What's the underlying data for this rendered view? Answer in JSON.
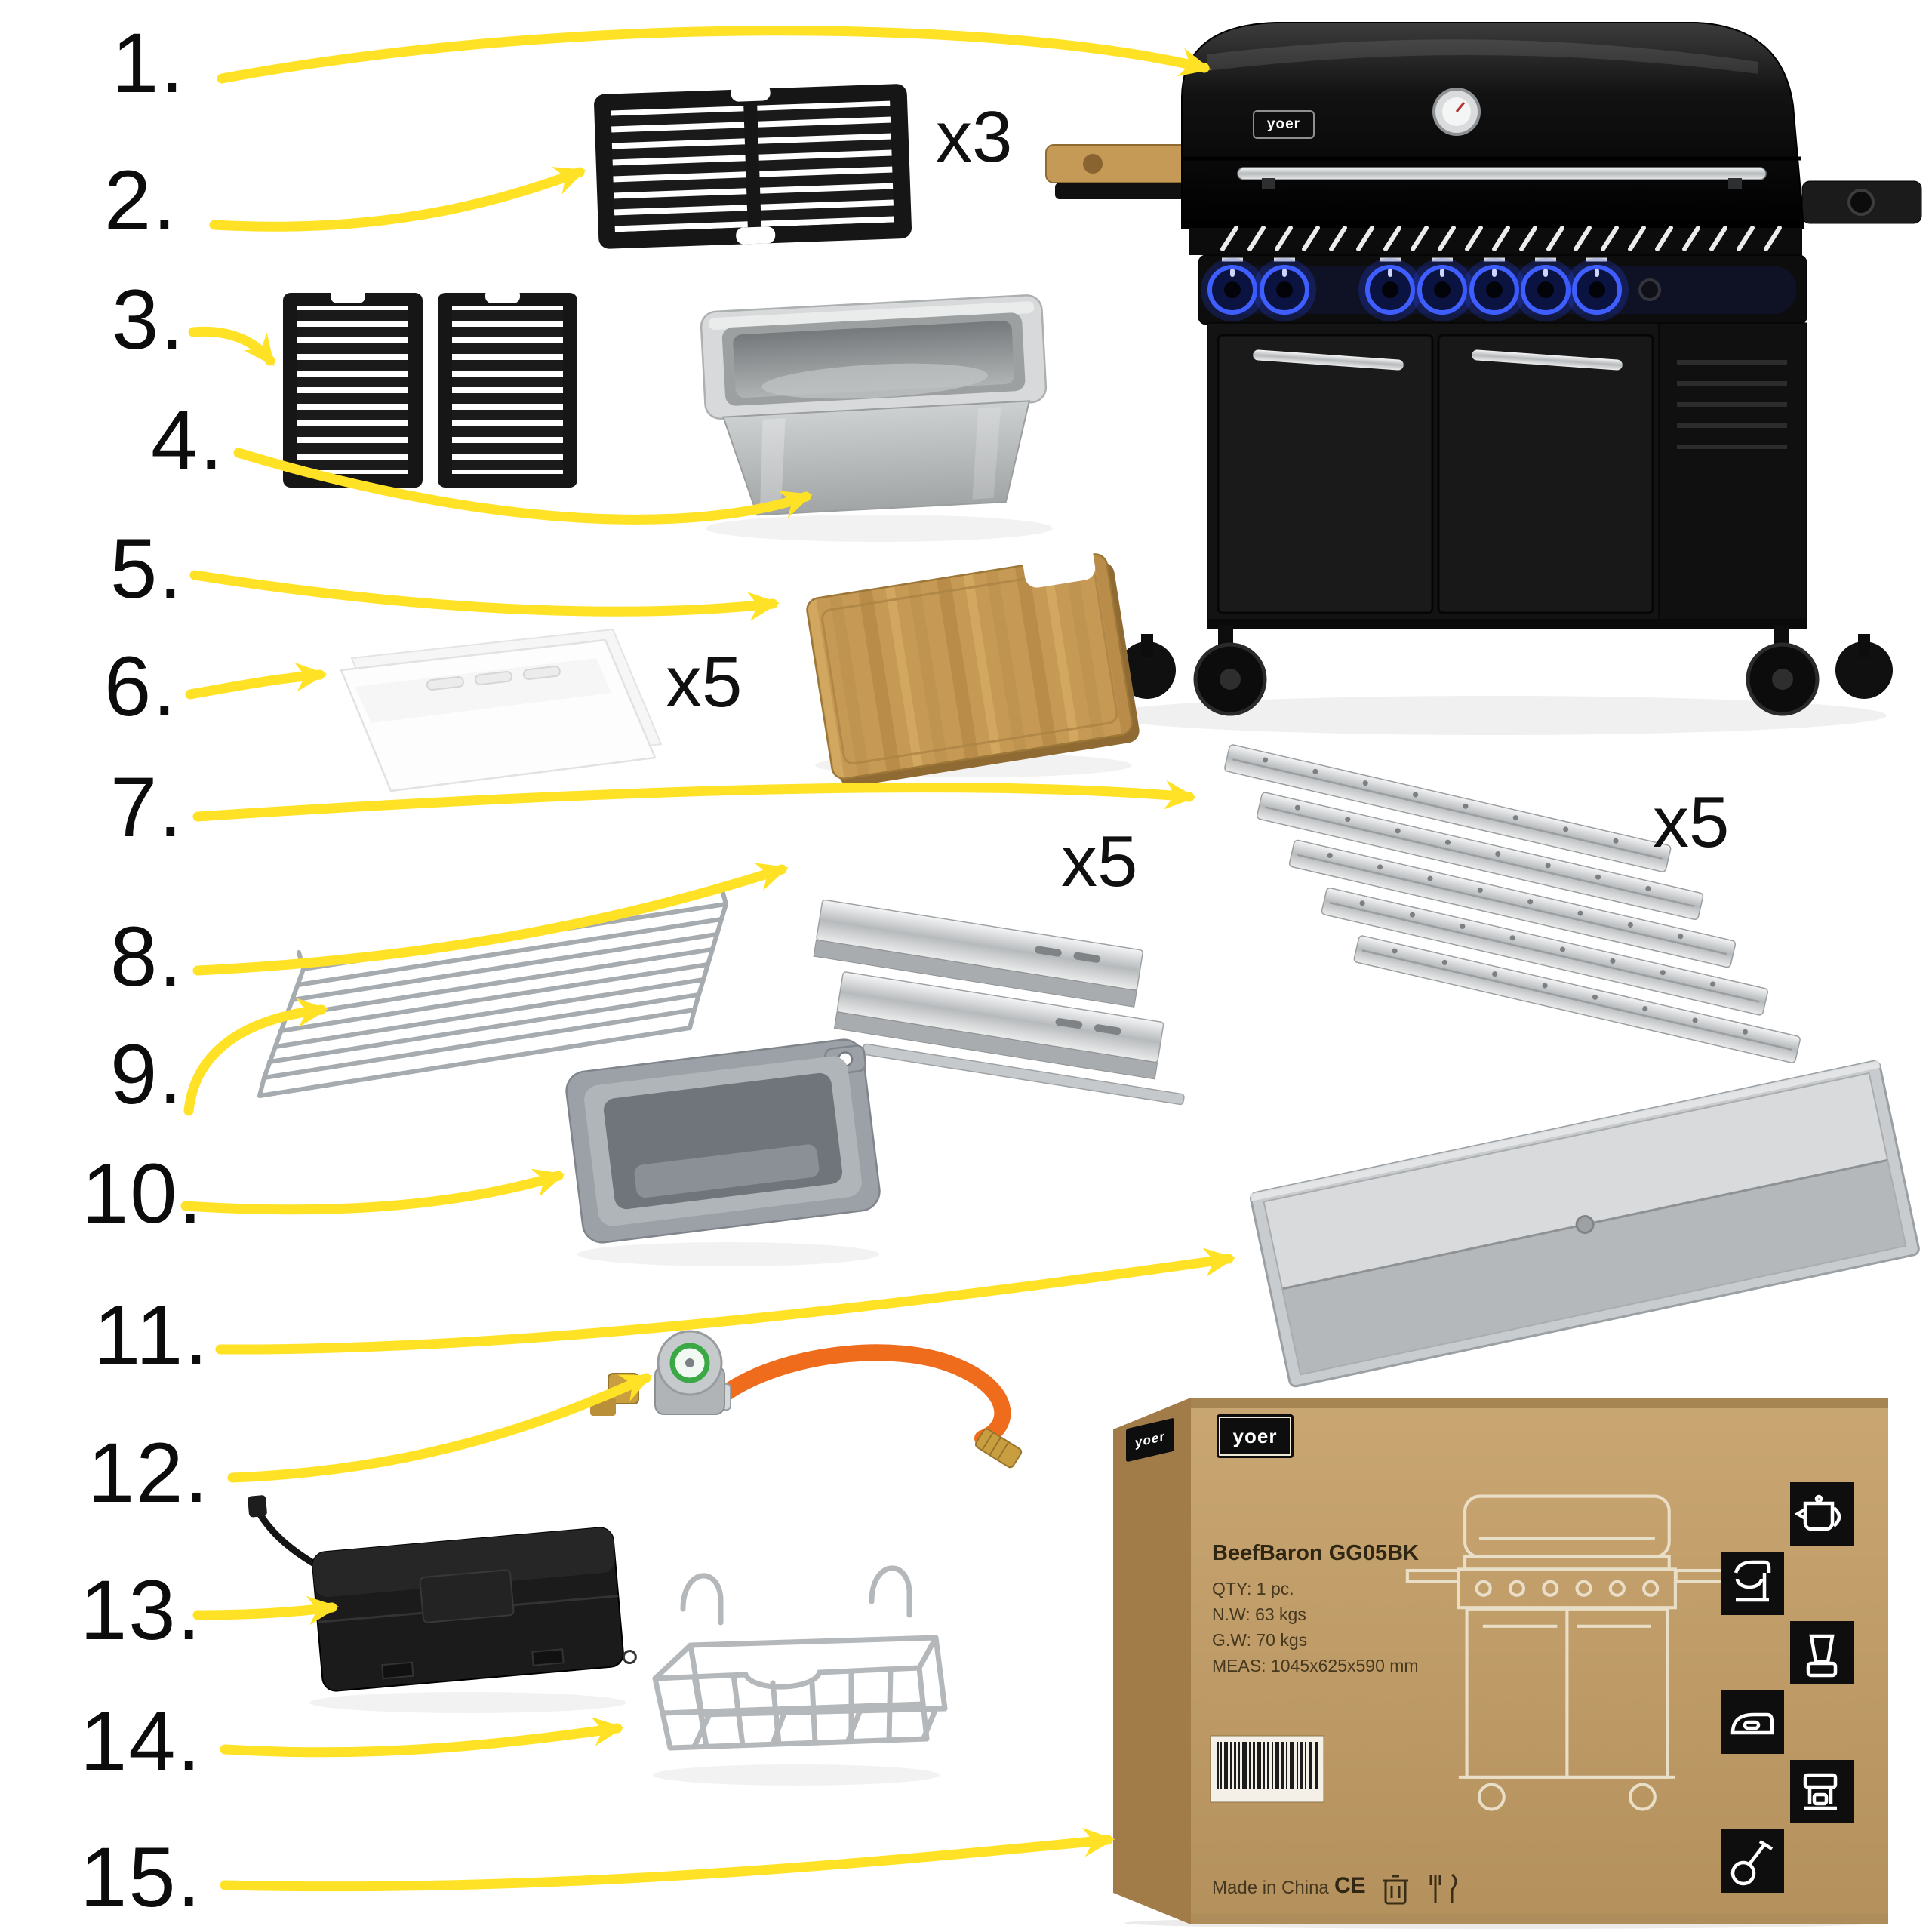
{
  "numbers": [
    "1.",
    "2.",
    "3.",
    "4.",
    "5.",
    "6.",
    "7.",
    "8.",
    "9.",
    "10.",
    "11.",
    "12.",
    "13.",
    "14.",
    "15."
  ],
  "quantities": {
    "cast_iron_grate_small": "x3",
    "grill_mats": "x5",
    "heat_plates": "x5",
    "flame_tamers": "x5"
  },
  "brand": {
    "grill_badge": "yoer",
    "box_side_logo": "yoer",
    "box_front_logo": "yoer"
  },
  "box": {
    "model": "BeefBaron GG05BK",
    "quantity_line": "QTY: 1 pc.",
    "net_weight_line": "N.W: 63 kgs",
    "gross_weight_line": "G.W: 70 kgs",
    "measurements_line": "MEAS: 1045x625x590 mm",
    "made_in": "Made in China",
    "ce_mark": "CE"
  },
  "colors": {
    "arrow_yellow": "#FFE226",
    "led_blue": "#3B5BFF",
    "hose_orange": "#EF6C1C",
    "wood_tan": "#C69A55",
    "cardboard": "#C4A16C"
  }
}
